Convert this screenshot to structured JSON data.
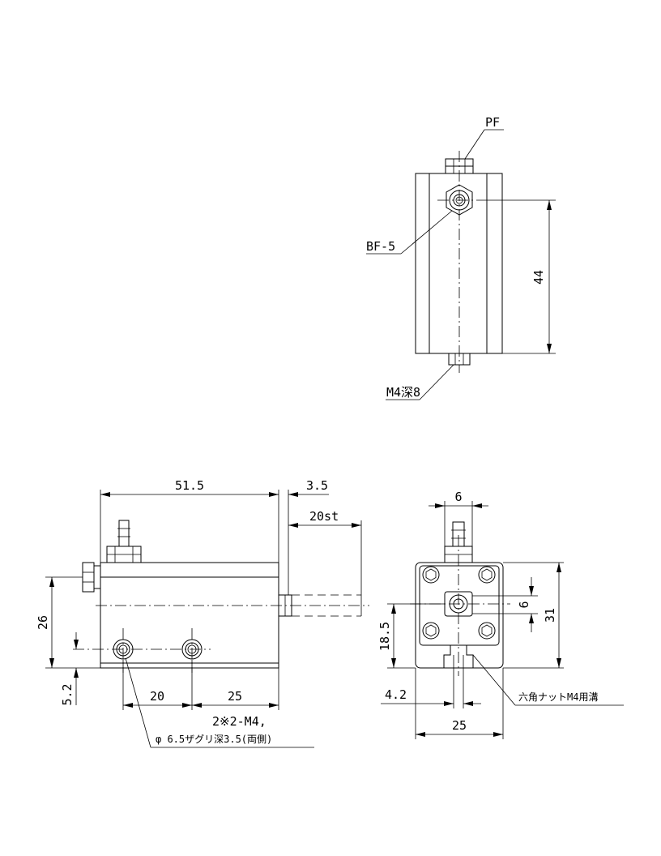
{
  "top_view": {
    "label_pf": "PF",
    "label_bf": "BF-5",
    "dim_44": "44",
    "label_m4": "M4深8"
  },
  "side_view": {
    "dim_51_5": "51.5",
    "dim_3_5": "3.5",
    "dim_20st": "20st",
    "dim_26": "26",
    "dim_5_2": "5.2",
    "dim_20": "20",
    "dim_25": "25",
    "note_line1": "2※2-M4,",
    "note_line2": "φ 6.5ザグリ深3.5(両側)"
  },
  "end_view": {
    "dim_6_top": "6",
    "dim_6_right": "6",
    "dim_31": "31",
    "dim_18_5": "18.5",
    "dim_4_2": "4.2",
    "dim_25": "25",
    "label_nut": "六角ナットM4用溝"
  }
}
